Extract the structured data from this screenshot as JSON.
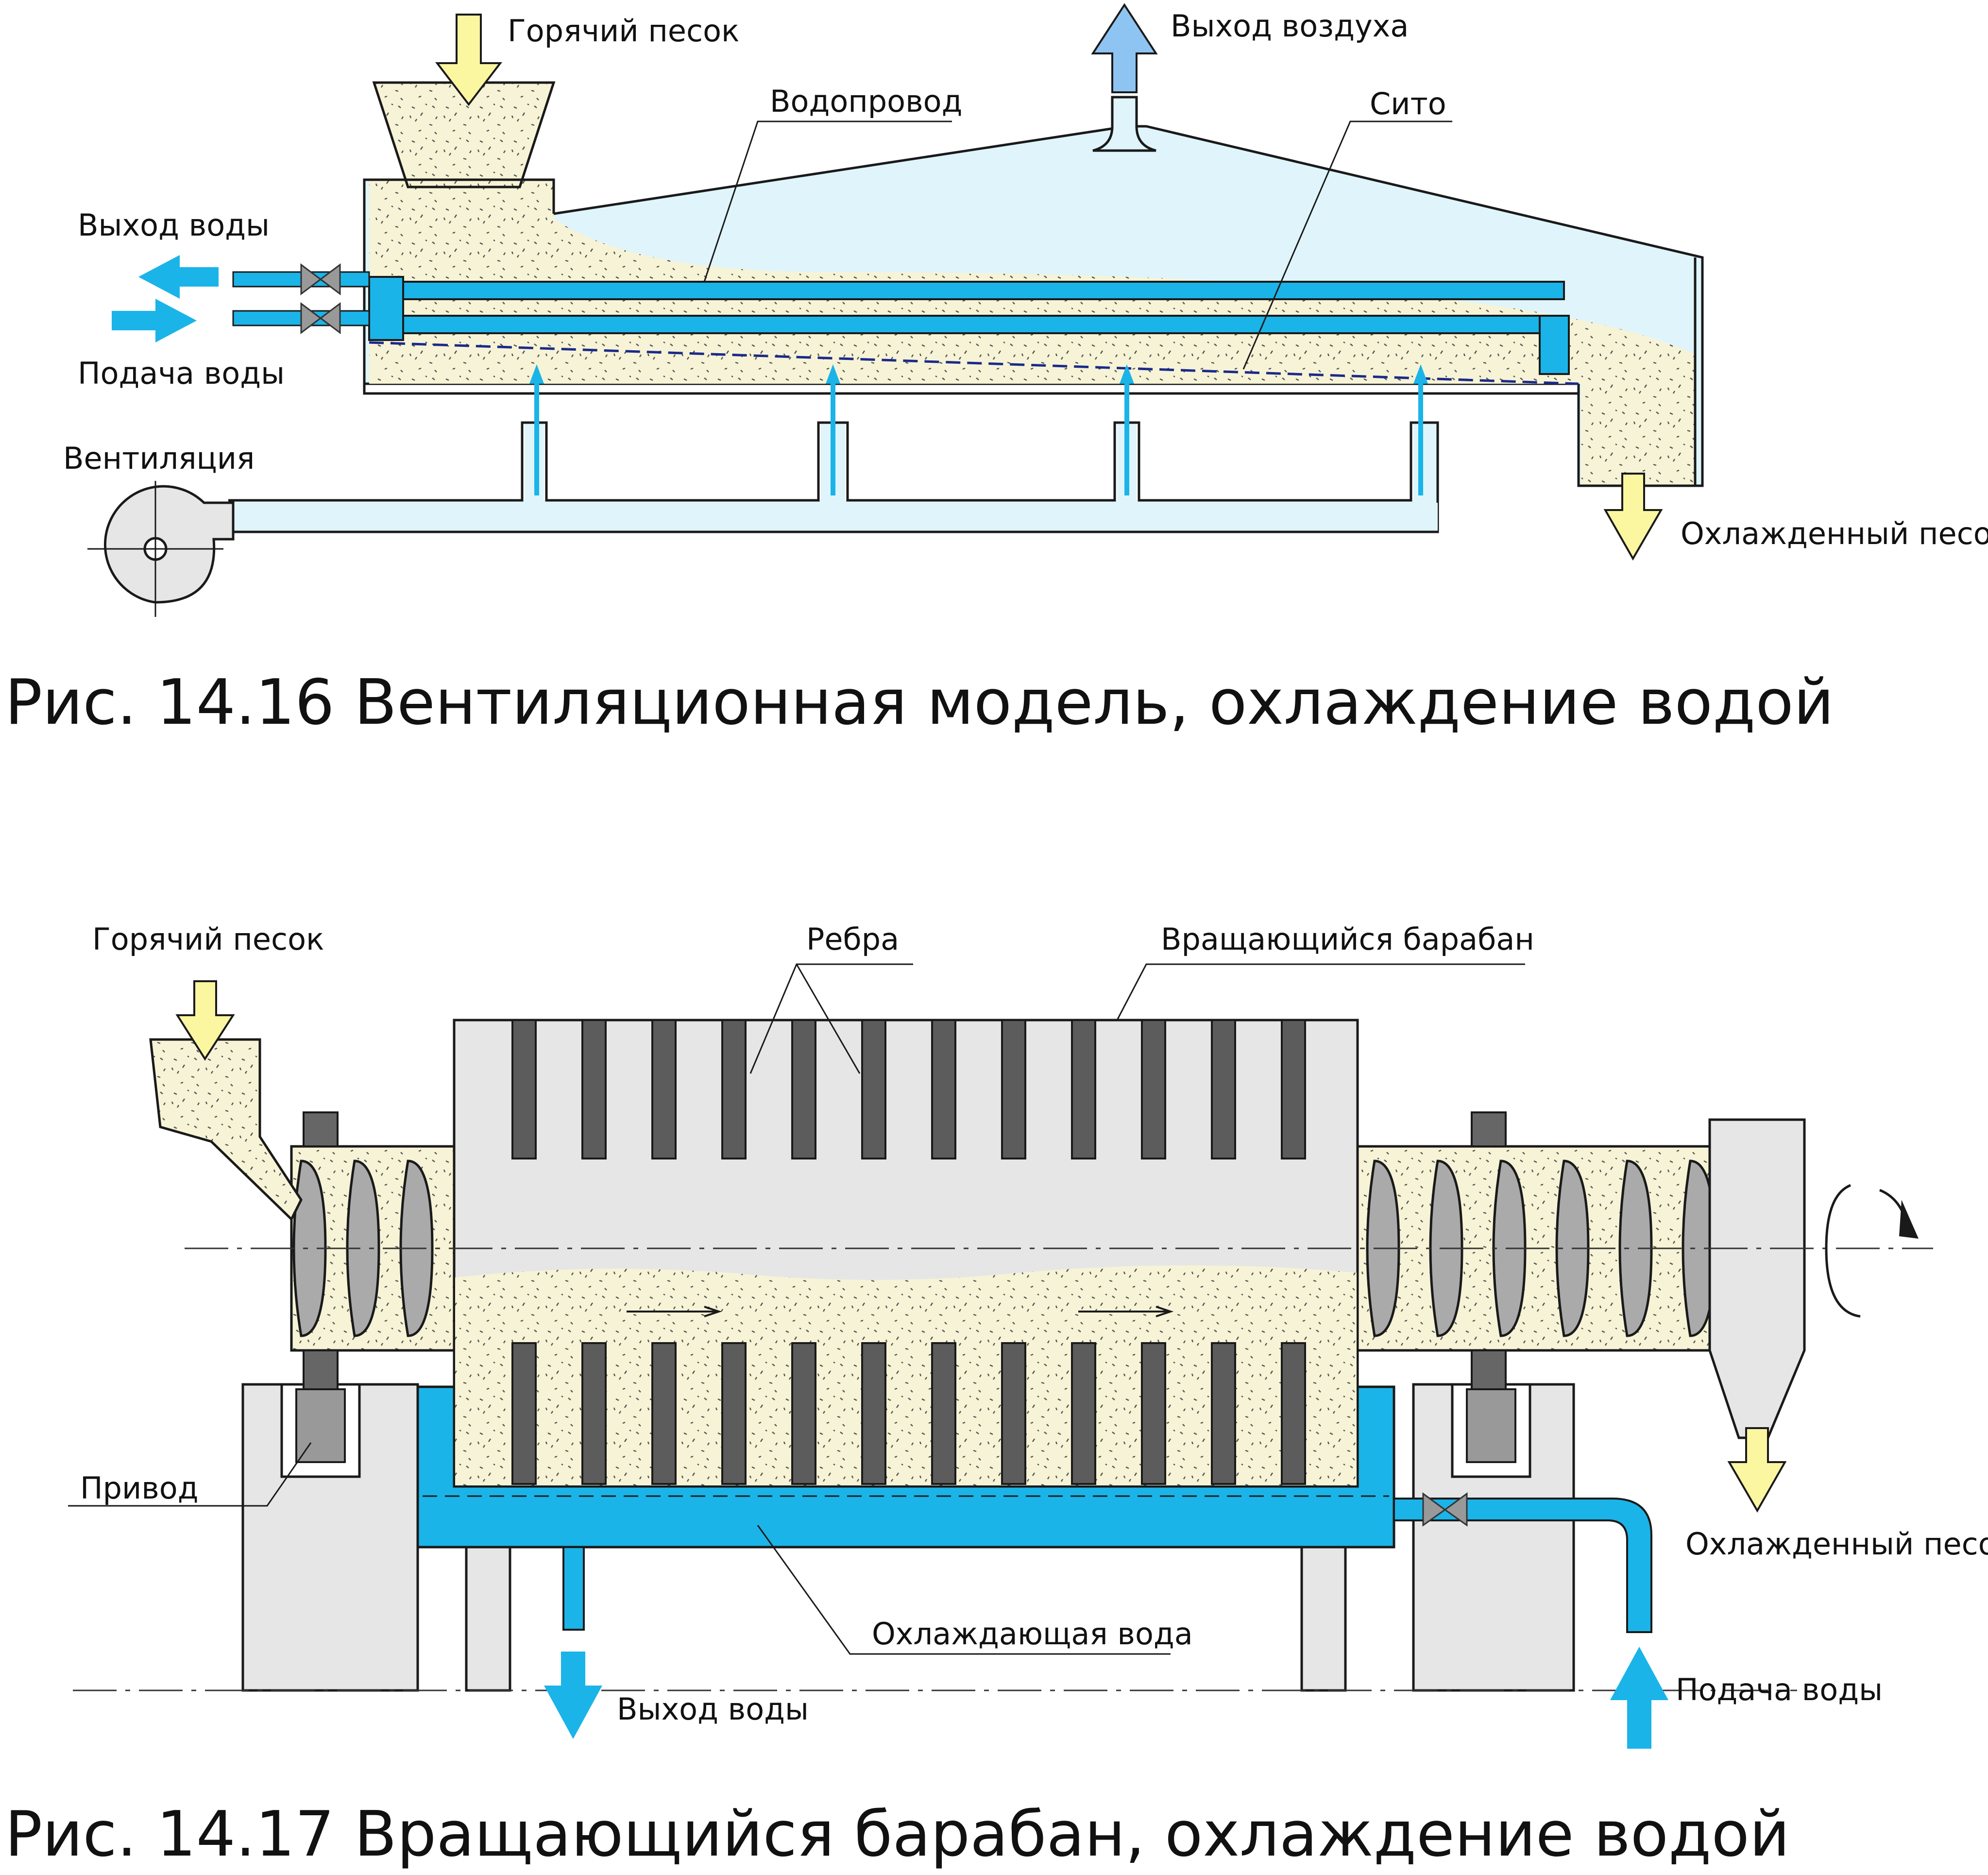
{
  "figure_1": {
    "caption": "Рис. 14.16 Вентиляционная модель, охлаждение водой",
    "labels": {
      "hot_sand": "Горячий песок",
      "air_out": "Выход воздуха",
      "water_pipe": "Водопровод",
      "sieve": "Сито",
      "water_out": "Выход воды",
      "water_in": "Подача воды",
      "ventilation": "Вентиляция",
      "cooled_sand": "Охлажденный песок"
    }
  },
  "figure_2": {
    "caption": "Рис. 14.17 Вращающийся барабан, охлаждение водой",
    "labels": {
      "hot_sand": "Горячий песок",
      "ribs": "Ребра",
      "rotating_drum": "Вращающийся барабан",
      "drive": "Привод",
      "cooled_sand": "Охлажденный песок",
      "cooling_water": "Охлаждающая вода",
      "water_out": "Выход воды",
      "water_in": "Подача воды"
    }
  },
  "colors": {
    "sand": "#f7f3d6",
    "water": "#1ab4e8",
    "air": "#dff5fb",
    "yellow_arrow": "#fbf6a0",
    "blue_arrow": "#8ec4f2",
    "drum_grey": "#e6e6e6",
    "rib_grey": "#5c5c5c"
  }
}
